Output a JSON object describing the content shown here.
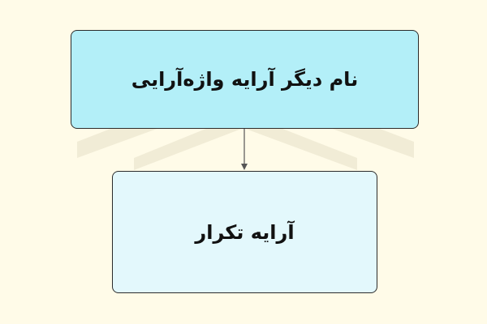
{
  "nodes": {
    "top": {
      "label": "نام دیگر آرایه واژه‌آرایی"
    },
    "bottom": {
      "label": "آرایه تکرار"
    }
  },
  "edges": [
    {
      "from": "top",
      "to": "bottom"
    }
  ],
  "colors": {
    "background": "#fffbe8",
    "top_fill": "#b3eff8",
    "bottom_fill": "#e3f8fc",
    "border": "#2b2b2b",
    "watermark": "#f1ecd6"
  },
  "watermark": {
    "logo": "faradars-logo"
  }
}
